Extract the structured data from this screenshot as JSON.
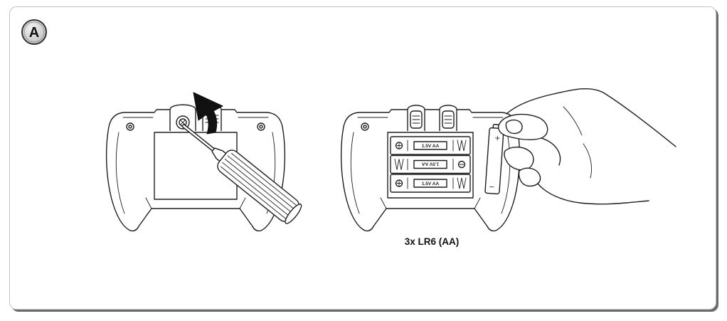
{
  "badge": {
    "label": "A"
  },
  "compartment": {
    "cells": [
      {
        "label": "1.5V AA"
      },
      {
        "label": "1.5V AA"
      },
      {
        "label": "1.5V AA"
      }
    ]
  },
  "hand_battery": {
    "plus": "+",
    "minus": "−"
  },
  "caption": "3x LR6 (AA)",
  "icons": [
    "curved-arrow-icon",
    "screwdriver-icon",
    "battery-icon",
    "hand-icon"
  ],
  "colors": {
    "line": "#1e1e1e",
    "badge_fill": "#dcdcdc",
    "frame_shadow": "#6b6b6b"
  }
}
